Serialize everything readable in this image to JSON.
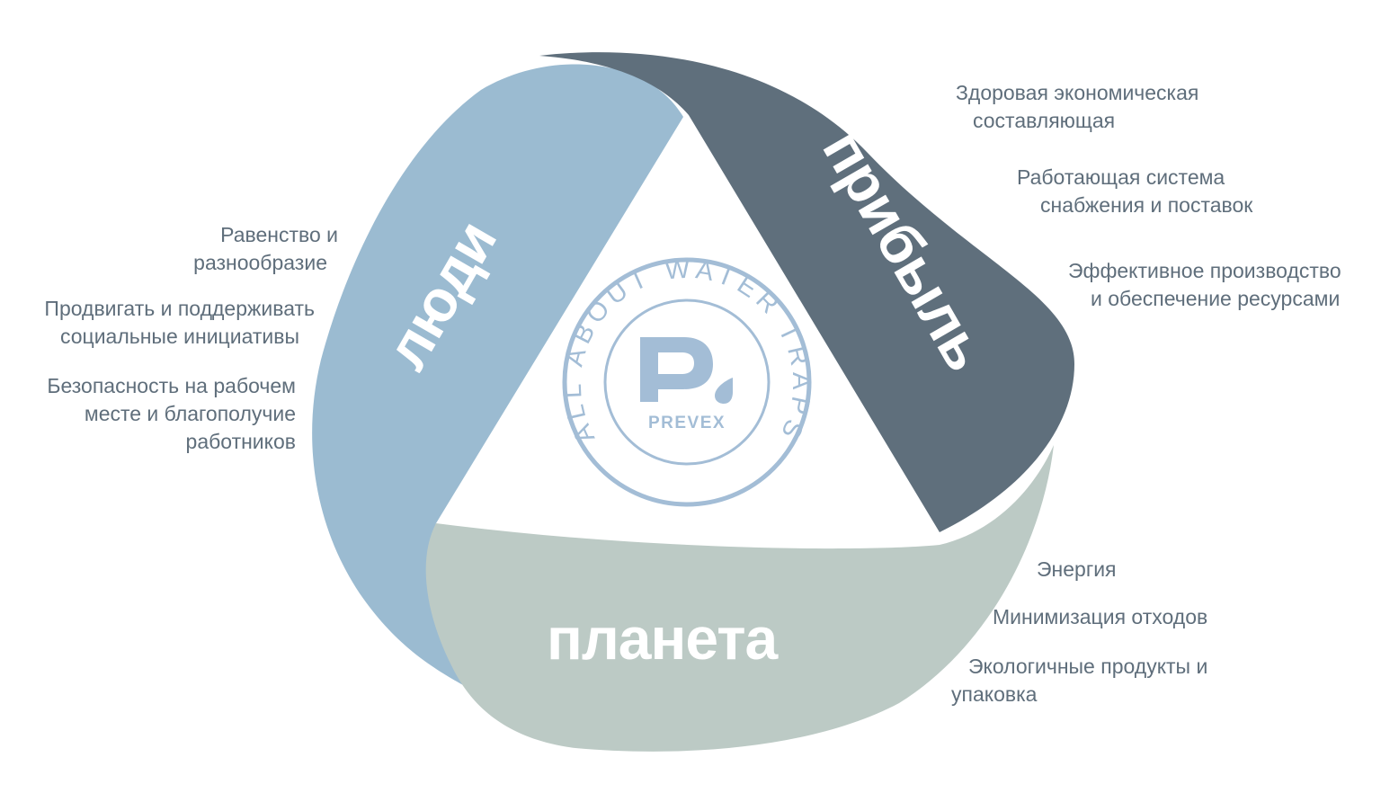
{
  "segments": {
    "people": {
      "label": "люди",
      "color": "#9bbbd1"
    },
    "profit": {
      "label": "прибыль",
      "color": "#5f6f7c"
    },
    "planet": {
      "label": "планета",
      "color": "#bccac5"
    }
  },
  "logo": {
    "ring_text": "ALL ABOUT WATER TRAPS",
    "letter": "P",
    "brand": "PREVEX",
    "color": "#a3bdd6"
  },
  "profit_items": [
    [
      "Здоровая экономическая",
      "составляющая"
    ],
    [
      "Работающая система",
      "снабжения и поставок"
    ],
    [
      "Эффективное производство",
      "и обеспечение ресурсами"
    ]
  ],
  "people_items": [
    [
      "Равенство и",
      "разнообразие"
    ],
    [
      "Продвигать и поддерживать",
      "социальные инициативы"
    ],
    [
      "Безопасность на рабочем",
      "месте и благополучие",
      "работников"
    ]
  ],
  "planet_items": [
    [
      "Энергия"
    ],
    [
      "Минимизация отходов"
    ],
    [
      "Экологичные продукты и",
      "упаковка"
    ]
  ],
  "text_color": "#5f6e7b"
}
